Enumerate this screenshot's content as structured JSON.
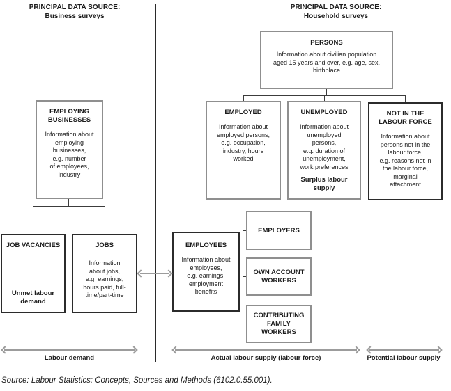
{
  "colors": {
    "box_border_gray": "#8f8f8f",
    "box_border_black": "#2b2b2b",
    "connector_line": "#3c3c3c",
    "arrow_gray": "#9c9c9c",
    "text": "#1c1c1c",
    "background": "#ffffff"
  },
  "headers": {
    "business": "PRINCIPAL DATA SOURCE:\nBusiness surveys",
    "household": "PRINCIPAL DATA SOURCE:\nHousehold surveys"
  },
  "boxes": {
    "persons": {
      "title": "PERSONS",
      "body": "Information about civilian population\naged 15 years and over, e.g. age, sex,\nbirthplace"
    },
    "employing_businesses": {
      "title": "EMPLOYING\nBUSINESSES",
      "body": "Information about\nemploying\nbusinesses,\ne.g. number\nof employees,\nindustry"
    },
    "employed": {
      "title": "EMPLOYED",
      "body": "Information about\nemployed persons,\ne.g. occupation,\nindustry, hours\nworked"
    },
    "unemployed": {
      "title": "UNEMPLOYED",
      "body": "Information about\nunemployed\npersons,\ne.g. duration of\nunemployment,\nwork preferences",
      "footnote": "Surplus labour\nsupply"
    },
    "not_in_labour_force": {
      "title": "NOT IN THE\nLABOUR FORCE",
      "body": "Information about\npersons not in the\nlabour force,\ne.g. reasons not in\nthe labour force,\nmarginal\nattachment"
    },
    "job_vacancies": {
      "title": "JOB VACANCIES",
      "footnote": "Unmet labour\ndemand"
    },
    "jobs": {
      "title": "JOBS",
      "body": "Information\nabout jobs,\ne.g. earnings,\nhours paid, full-\ntime/part-time"
    },
    "employees": {
      "title": "EMPLOYEES",
      "body": "Information about\nemployees,\ne.g. earnings,\nemployment\nbenefits"
    },
    "employers": {
      "title": "EMPLOYERS"
    },
    "own_account_workers": {
      "title": "OWN ACCOUNT\nWORKERS"
    },
    "contributing_family_workers": {
      "title": "CONTRIBUTING\nFAMILY\nWORKERS"
    }
  },
  "arrow_labels": {
    "labour_demand": "Labour demand",
    "actual_labour_supply": "Actual labour supply (labour force)",
    "potential_labour_supply": "Potential labour supply"
  },
  "source_note": "Source: Labour Statistics: Concepts, Sources and Methods (6102.0.55.001)."
}
